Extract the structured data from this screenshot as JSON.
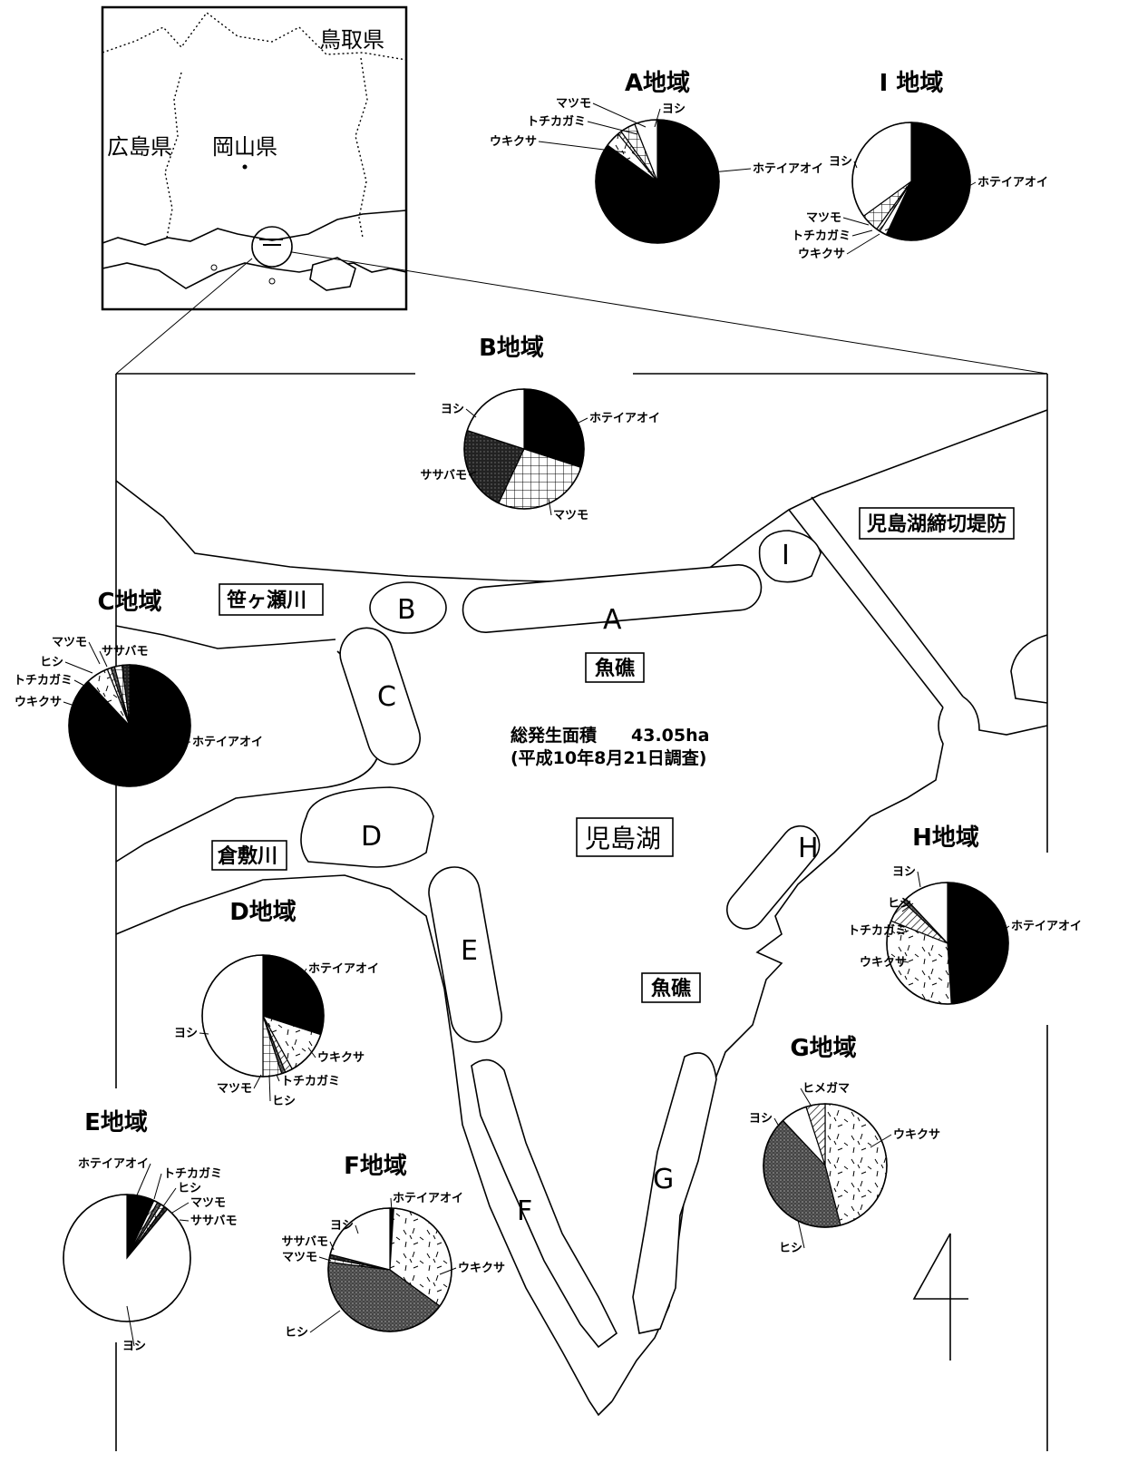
{
  "inset": {
    "prefectures": [
      "鳥取県",
      "広島県",
      "岡山県"
    ]
  },
  "map": {
    "dam_label": "児島湖締切堤防",
    "river_sasagase": "笹ヶ瀬川",
    "river_kurashiki": "倉敷川",
    "reef_label_1": "魚礁",
    "reef_label_2": "魚礁",
    "lake_name": "児島湖",
    "total_area": "総発生面積　　43.05ha",
    "survey_date": "(平成10年8月21日調査)",
    "zones": [
      "A",
      "B",
      "C",
      "D",
      "E",
      "F",
      "G",
      "H",
      "I"
    ],
    "page_mark": "4"
  },
  "legend_fills": {
    "ホテイアオイ": "black",
    "ヨシ": "white",
    "マツモ": "crosshatch",
    "トチカガミ": "diagonal",
    "ウキクサ": "dashes",
    "ヒシ": "dots",
    "ササバモ": "dark-stipple",
    "ヒメガマ": "diagonal"
  },
  "chart_data": [
    {
      "type": "pie",
      "title": "A地域",
      "slices": [
        {
          "label": "ホテイアオイ",
          "value": 85
        },
        {
          "label": "ウキクサ",
          "value": 4
        },
        {
          "label": "トチカガミ",
          "value": 1
        },
        {
          "label": "マツモ",
          "value": 4
        },
        {
          "label": "ヨシ",
          "value": 6
        }
      ]
    },
    {
      "type": "pie",
      "title": "I 地域",
      "slices": [
        {
          "label": "ホテイアオイ",
          "value": 57
        },
        {
          "label": "ウキクサ",
          "value": 2
        },
        {
          "label": "トチカガミ",
          "value": 1
        },
        {
          "label": "マツモ",
          "value": 5
        },
        {
          "label": "ヨシ",
          "value": 35
        }
      ]
    },
    {
      "type": "pie",
      "title": "B地域",
      "slices": [
        {
          "label": "ホテイアオイ",
          "value": 30
        },
        {
          "label": "マツモ",
          "value": 27
        },
        {
          "label": "ササバモ",
          "value": 23
        },
        {
          "label": "ヨシ",
          "value": 20
        }
      ]
    },
    {
      "type": "pie",
      "title": "C地域",
      "slices": [
        {
          "label": "ホテイアオイ",
          "value": 88
        },
        {
          "label": "ウキクサ",
          "value": 6
        },
        {
          "label": "トチカガミ",
          "value": 1
        },
        {
          "label": "ヒシ",
          "value": 1
        },
        {
          "label": "マツモ",
          "value": 2
        },
        {
          "label": "ササバモ",
          "value": 2
        }
      ]
    },
    {
      "type": "pie",
      "title": "D地域",
      "slices": [
        {
          "label": "ホテイアオイ",
          "value": 30
        },
        {
          "label": "ウキクサ",
          "value": 12
        },
        {
          "label": "トチカガミ",
          "value": 2
        },
        {
          "label": "ヒシ",
          "value": 1
        },
        {
          "label": "マツモ",
          "value": 5
        },
        {
          "label": "ヨシ",
          "value": 50
        }
      ]
    },
    {
      "type": "pie",
      "title": "E地域",
      "slices": [
        {
          "label": "ホテイアオイ",
          "value": 7
        },
        {
          "label": "トチカガミ",
          "value": 1
        },
        {
          "label": "ヒシ",
          "value": 1
        },
        {
          "label": "マツモ",
          "value": 1
        },
        {
          "label": "ササバモ",
          "value": 1
        },
        {
          "label": "ヨシ",
          "value": 89
        }
      ]
    },
    {
      "type": "pie",
      "title": "F地域",
      "slices": [
        {
          "label": "ホテイアオイ",
          "value": 1
        },
        {
          "label": "ウキクサ",
          "value": 34
        },
        {
          "label": "ヒシ",
          "value": 42
        },
        {
          "label": "マツモ",
          "value": 1
        },
        {
          "label": "ササバモ",
          "value": 1
        },
        {
          "label": "ヨシ",
          "value": 21
        }
      ]
    },
    {
      "type": "pie",
      "title": "G地域",
      "slices": [
        {
          "label": "ウキクサ",
          "value": 46
        },
        {
          "label": "ヒシ",
          "value": 42
        },
        {
          "label": "ヨシ",
          "value": 7
        },
        {
          "label": "ヒメガマ",
          "value": 5
        }
      ]
    },
    {
      "type": "pie",
      "title": "H地域",
      "slices": [
        {
          "label": "ホテイアオイ",
          "value": 49
        },
        {
          "label": "ウキクサ",
          "value": 32
        },
        {
          "label": "トチカガミ",
          "value": 6
        },
        {
          "label": "ヒシ",
          "value": 1
        },
        {
          "label": "ヨシ",
          "value": 12
        }
      ]
    }
  ]
}
